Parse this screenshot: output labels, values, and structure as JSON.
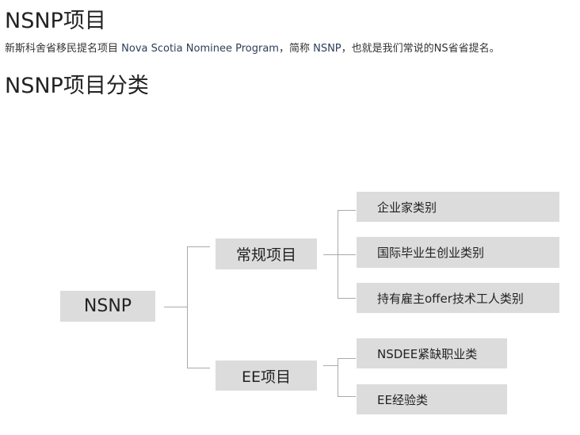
{
  "title": "NSNP项目",
  "intro": {
    "part1": "新斯科舍省移民提名项目 ",
    "program_name": "Nova Scotia Nominee Program",
    "part2": "，简称 ",
    "abbr": "NSNP",
    "part3": "，也就是我们常说的NS省省提名。"
  },
  "subtitle": "NSNP项目分类",
  "diagram": {
    "root": "NSNP",
    "branches": [
      {
        "label": "常规项目",
        "children": [
          "企业家类别",
          "国际毕业生创业类别",
          "持有雇主offer技术工人类别"
        ]
      },
      {
        "label": "EE项目",
        "children": [
          "NSDEE紧缺职业类",
          "EE经验类"
        ]
      }
    ]
  }
}
